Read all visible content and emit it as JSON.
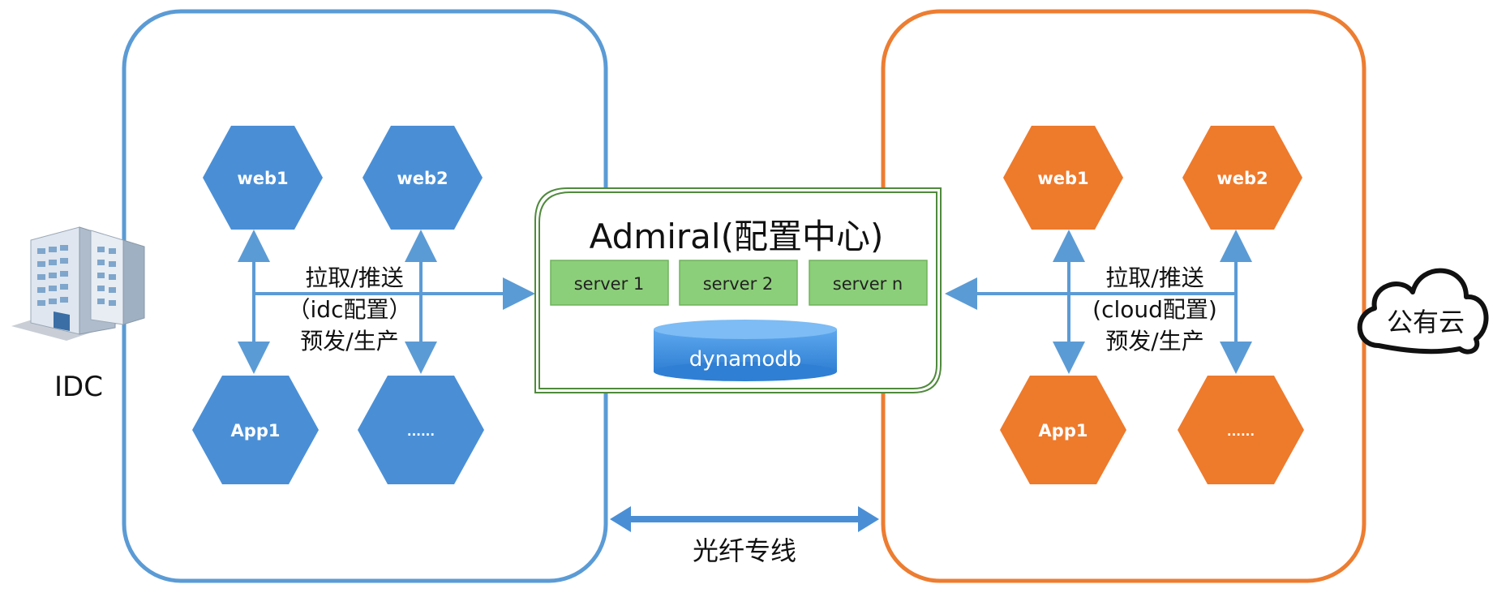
{
  "idc": {
    "label": "IDC",
    "nodes": [
      "web1",
      "web2",
      "App1",
      "......"
    ],
    "sync_line1": "拉取/推送",
    "sync_line2": "（idc配置）",
    "sync_line3": "预发/生产",
    "color": "#4a8fd6"
  },
  "cloud": {
    "label": "公有云",
    "nodes": [
      "web1",
      "web2",
      "App1",
      "......"
    ],
    "sync_line1": "拉取/推送",
    "sync_line2": "(cloud配置)",
    "sync_line3": "预发/生产",
    "color": "#ee7a2c"
  },
  "admiral": {
    "title": "Admiral(配置中心)",
    "servers": [
      "server 1",
      "server 2",
      "server n"
    ],
    "database": "dynamodb"
  },
  "link": {
    "label": "光纤专线"
  },
  "colors": {
    "idc_border": "#5b9bd5",
    "cloud_border": "#ed7d31",
    "arrow": "#5b9bd5",
    "server_fill": "#8ccf7a",
    "admiral_border": "#4f8a3c",
    "db_fill": "#3d8fe0"
  }
}
